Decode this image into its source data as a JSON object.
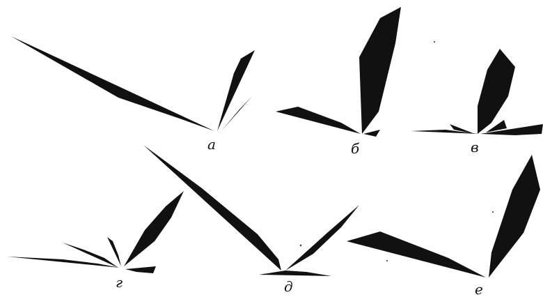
{
  "figure": {
    "ink_color": "#111111",
    "background": "#ffffff",
    "panels": [
      {
        "id": "a",
        "label": "а"
      },
      {
        "id": "b",
        "label": "б"
      },
      {
        "id": "v",
        "label": "в"
      },
      {
        "id": "g",
        "label": "г"
      },
      {
        "id": "d",
        "label": "д"
      },
      {
        "id": "e",
        "label": "е"
      }
    ]
  }
}
